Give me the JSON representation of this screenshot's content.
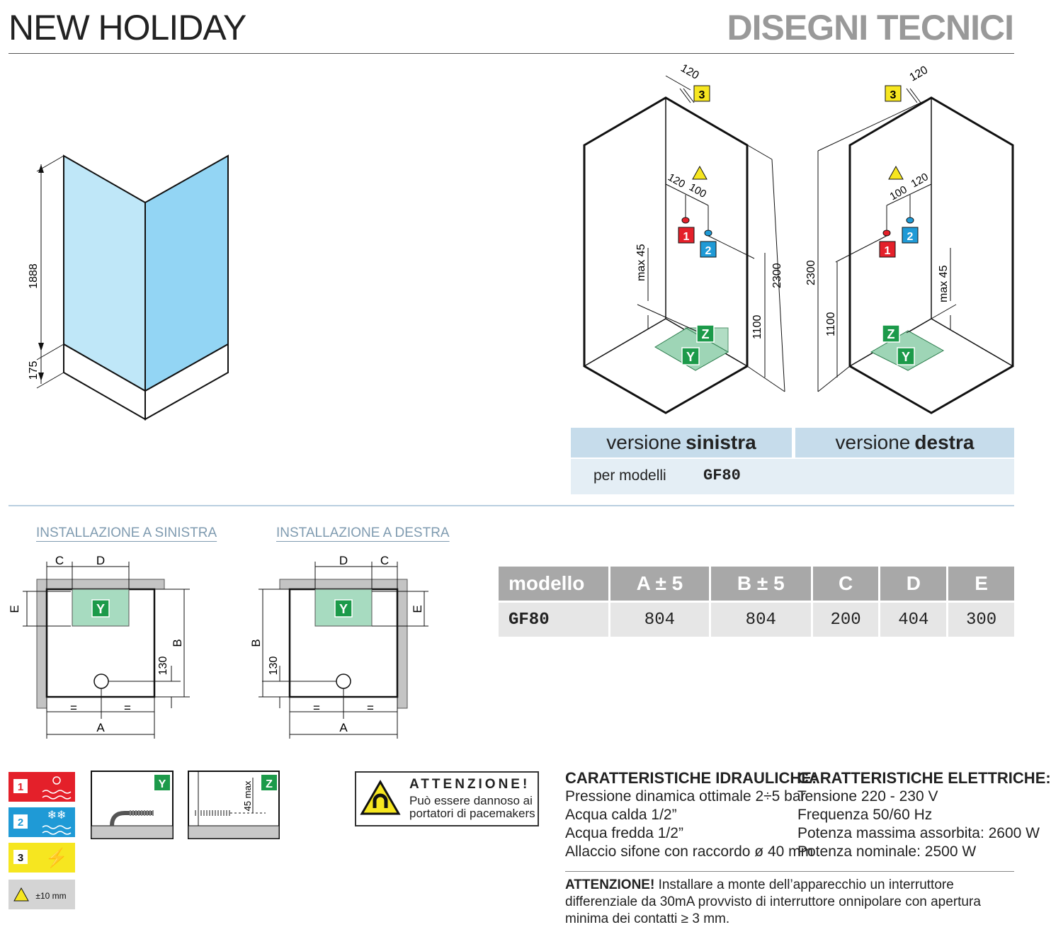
{
  "header": {
    "title": "NEW HOLIDAY",
    "section": "DISEGNI TECNICI"
  },
  "glass_drawing": {
    "height_label": "1888",
    "base_label": "175"
  },
  "left_box": {
    "d1": "120",
    "d2": "120",
    "d3": "100",
    "d4": "2300",
    "d5": "1100",
    "d6": "max 45",
    "n1": "1",
    "n2": "2",
    "n3": "3",
    "ny": "Y",
    "nz": "Z"
  },
  "right_box": {
    "d1": "120",
    "d2": "120",
    "d3": "100",
    "d4": "2300",
    "d5": "1100",
    "d6": "max 45",
    "n1": "1",
    "n2": "2",
    "n3": "3",
    "ny": "Y",
    "nz": "Z"
  },
  "versions": {
    "left_prefix": "versione",
    "left_bold": "sinistra",
    "right_prefix": "versione",
    "right_bold": "destra",
    "models_label": "per modelli",
    "model": "GF80"
  },
  "install": {
    "left_title": "INSTALLAZIONE A SINISTRA",
    "right_title": "INSTALLAZIONE A DESTRA",
    "labels": {
      "A": "A",
      "B": "B",
      "C": "C",
      "D": "D",
      "E": "E",
      "Y": "Y",
      "eq": "=",
      "d130": "130"
    }
  },
  "table": {
    "headers": [
      "modello",
      "A ± 5",
      "B ± 5",
      "C",
      "D",
      "E"
    ],
    "rows": [
      [
        "GF80",
        "804",
        "804",
        "200",
        "404",
        "300"
      ]
    ]
  },
  "legend": {
    "n1": "1",
    "n2": "2",
    "n3": "3",
    "tolerance": "±10 mm",
    "y": "Y",
    "z": "Z",
    "max45": "45 max"
  },
  "warning": {
    "title": "ATTENZIONE!",
    "line1": "Può essere dannoso ai",
    "line2": "portatori di pacemakers"
  },
  "hydraulic": {
    "title": "CARATTERISTICHE IDRAULICHE:",
    "items": [
      "Pressione dinamica ottimale 2÷5 bar",
      "Acqua calda 1/2”",
      "Acqua fredda 1/2”",
      "Allaccio sifone con raccordo ø 40 mm"
    ]
  },
  "electric": {
    "title": "CARATTERISTICHE ELETTRICHE:",
    "items": [
      "Tensione 220 - 230 V",
      "Frequenza 50/60 Hz",
      "Potenza massima assorbita: 2600 W",
      "Potenza nominale: 2500 W"
    ]
  },
  "notice": {
    "bold": "ATTENZIONE!",
    "text": " Installare a monte dell’apparecchio un interruttore differenziale da 30mA provvisto di interruttore onnipolare con apertura minima dei contatti ≥ 3 mm."
  },
  "colors": {
    "red": "#e4202a",
    "blue": "#1f9ad6",
    "yellow": "#f6e620",
    "green": "#1c9a4a",
    "glass": "#a9dcf4"
  }
}
